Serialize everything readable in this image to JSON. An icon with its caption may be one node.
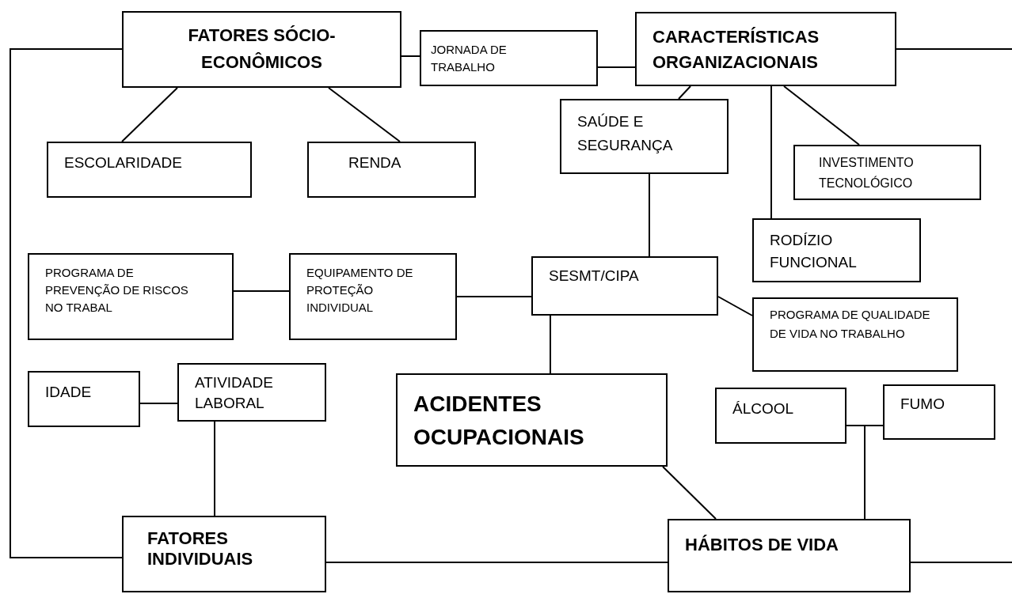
{
  "diagram": {
    "nodes": [
      {
        "text": [
          "FATORES SÓCIO-ECONÔMICOS"
        ]
      },
      {
        "text": [
          "JORNADA DE TRABALHO"
        ]
      },
      {
        "text": [
          "CARACTERÍSTICAS ORGANIZACIONAIS"
        ]
      },
      {
        "text": [
          "ESCOLARIDADE"
        ]
      },
      {
        "text": [
          "RENDA"
        ]
      },
      {
        "text": [
          "SAÚDE E SEGURANÇA"
        ]
      },
      {
        "text": [
          "INVESTIMENTO TECNOLÓGICO"
        ]
      },
      {
        "text": [
          "RODÍZIO FUNCIONAL"
        ]
      },
      {
        "text": [
          "PROGRAMA DE PREVENÇÃO DE RISCOS NO TRABAL"
        ]
      },
      {
        "text": [
          "EQUIPAMENTO DE PROTEÇÃO INDIVIDUAL"
        ]
      },
      {
        "text": [
          "SESMT/CIPA"
        ]
      },
      {
        "text": [
          "PROGRAMA DE QUALIDADE DE VIDA NO TRABALHO"
        ]
      },
      {
        "text": [
          "IDADE"
        ]
      },
      {
        "text": [
          "ATIVIDADE LABORAL"
        ]
      },
      {
        "text": [
          "ACIDENTES OCUPACIONAIS"
        ]
      },
      {
        "text": [
          "ÁLCOOL"
        ]
      },
      {
        "text": [
          "FUMO"
        ]
      },
      {
        "text": [
          "FATORES INDIVIDUAIS"
        ]
      },
      {
        "text": [
          "HÁBITOS DE VIDA"
        ]
      }
    ],
    "edges": [
      {
        "from": 0,
        "to": 1,
        "arrow": "none"
      },
      {
        "from": 1,
        "to": 2,
        "arrow": "none"
      },
      {
        "from": 0,
        "to": 3,
        "arrow": "none"
      },
      {
        "from": 0,
        "to": 4,
        "arrow": "none"
      },
      {
        "from": 2,
        "to": 5,
        "arrow": "none"
      },
      {
        "from": 2,
        "to": 6,
        "arrow": "none"
      },
      {
        "from": 2,
        "to": 7,
        "arrow": "none"
      },
      {
        "from": 5,
        "to": 10,
        "arrow": "none"
      },
      {
        "from": 8,
        "to": 9,
        "arrow": "none"
      },
      {
        "from": 9,
        "to": 10,
        "arrow": "none"
      },
      {
        "from": 10,
        "to": 11,
        "arrow": "none"
      },
      {
        "from": 10,
        "to": 14,
        "arrow": "none"
      },
      {
        "from": 12,
        "to": 13,
        "arrow": "none"
      },
      {
        "from": 13,
        "to": 17,
        "arrow": "none"
      },
      {
        "from": 14,
        "to": 18,
        "arrow": "none"
      },
      {
        "from": 15,
        "to": 18,
        "arrow": "none"
      },
      {
        "from": 16,
        "to": 18,
        "arrow": "none"
      },
      {
        "from": 17,
        "to": 18,
        "arrow": "none"
      },
      {
        "from": 0,
        "to": 17,
        "arrow": "none"
      },
      {
        "from": 2,
        "to": null,
        "arrow": "none"
      },
      {
        "from": 18,
        "to": null,
        "arrow": "none"
      }
    ]
  }
}
